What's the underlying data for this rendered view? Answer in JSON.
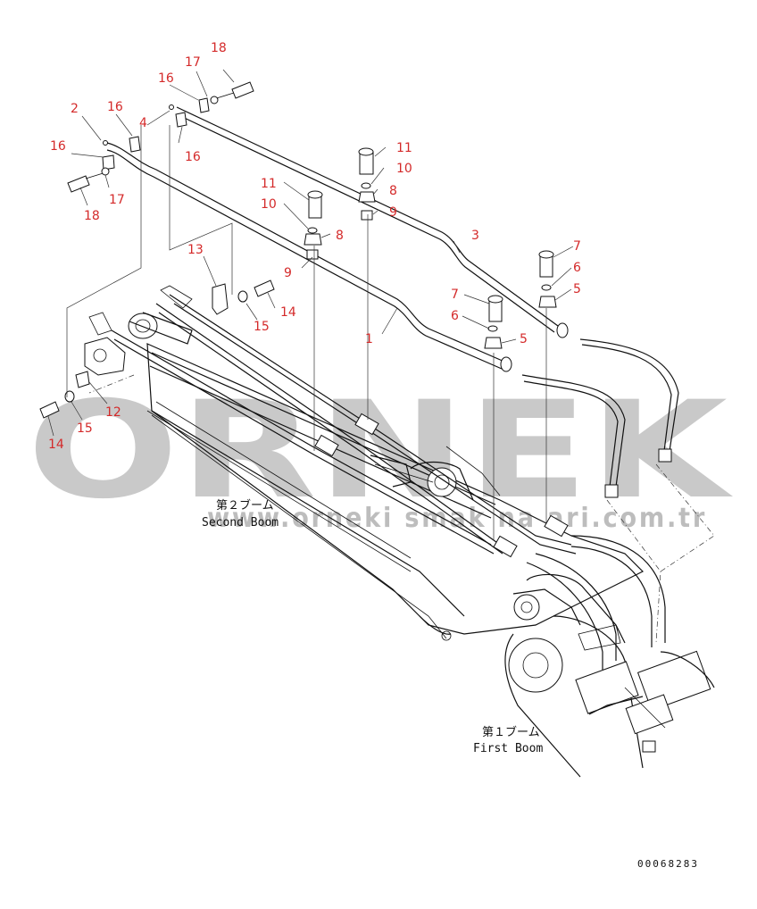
{
  "watermark": {
    "brand": "ORNEK",
    "url": "www.orneki  smak  na  ari.com.tr"
  },
  "labels": {
    "second_boom_jp": "第２ブーム",
    "second_boom_en": "Second Boom",
    "first_boom_jp": "第１ブーム",
    "first_boom_en": "First Boom"
  },
  "drawing_number": "00068283",
  "callouts": [
    {
      "id": "c18a",
      "text": "18"
    },
    {
      "id": "c17a",
      "text": "17"
    },
    {
      "id": "c16a",
      "text": "16"
    },
    {
      "id": "c4",
      "text": "4"
    },
    {
      "id": "c16b",
      "text": "16"
    },
    {
      "id": "c2",
      "text": "2"
    },
    {
      "id": "c16c",
      "text": "16"
    },
    {
      "id": "c16d",
      "text": "16"
    },
    {
      "id": "c17b",
      "text": "17"
    },
    {
      "id": "c18b",
      "text": "18"
    },
    {
      "id": "c11a",
      "text": "11"
    },
    {
      "id": "c10a",
      "text": "10"
    },
    {
      "id": "c8a",
      "text": "8"
    },
    {
      "id": "c9a",
      "text": "9"
    },
    {
      "id": "c11b",
      "text": "11"
    },
    {
      "id": "c10b",
      "text": "10"
    },
    {
      "id": "c8b",
      "text": "8"
    },
    {
      "id": "c3",
      "text": "3"
    },
    {
      "id": "c13",
      "text": "13"
    },
    {
      "id": "c9b",
      "text": "9"
    },
    {
      "id": "c7a",
      "text": "7"
    },
    {
      "id": "c6a",
      "text": "6"
    },
    {
      "id": "c5a",
      "text": "5"
    },
    {
      "id": "c14a",
      "text": "14"
    },
    {
      "id": "c15a",
      "text": "15"
    },
    {
      "id": "c7b",
      "text": "7"
    },
    {
      "id": "c6b",
      "text": "6"
    },
    {
      "id": "c1",
      "text": "1"
    },
    {
      "id": "c5b",
      "text": "5"
    },
    {
      "id": "c12",
      "text": "12"
    },
    {
      "id": "c15b",
      "text": "15"
    },
    {
      "id": "c14b",
      "text": "14"
    }
  ]
}
